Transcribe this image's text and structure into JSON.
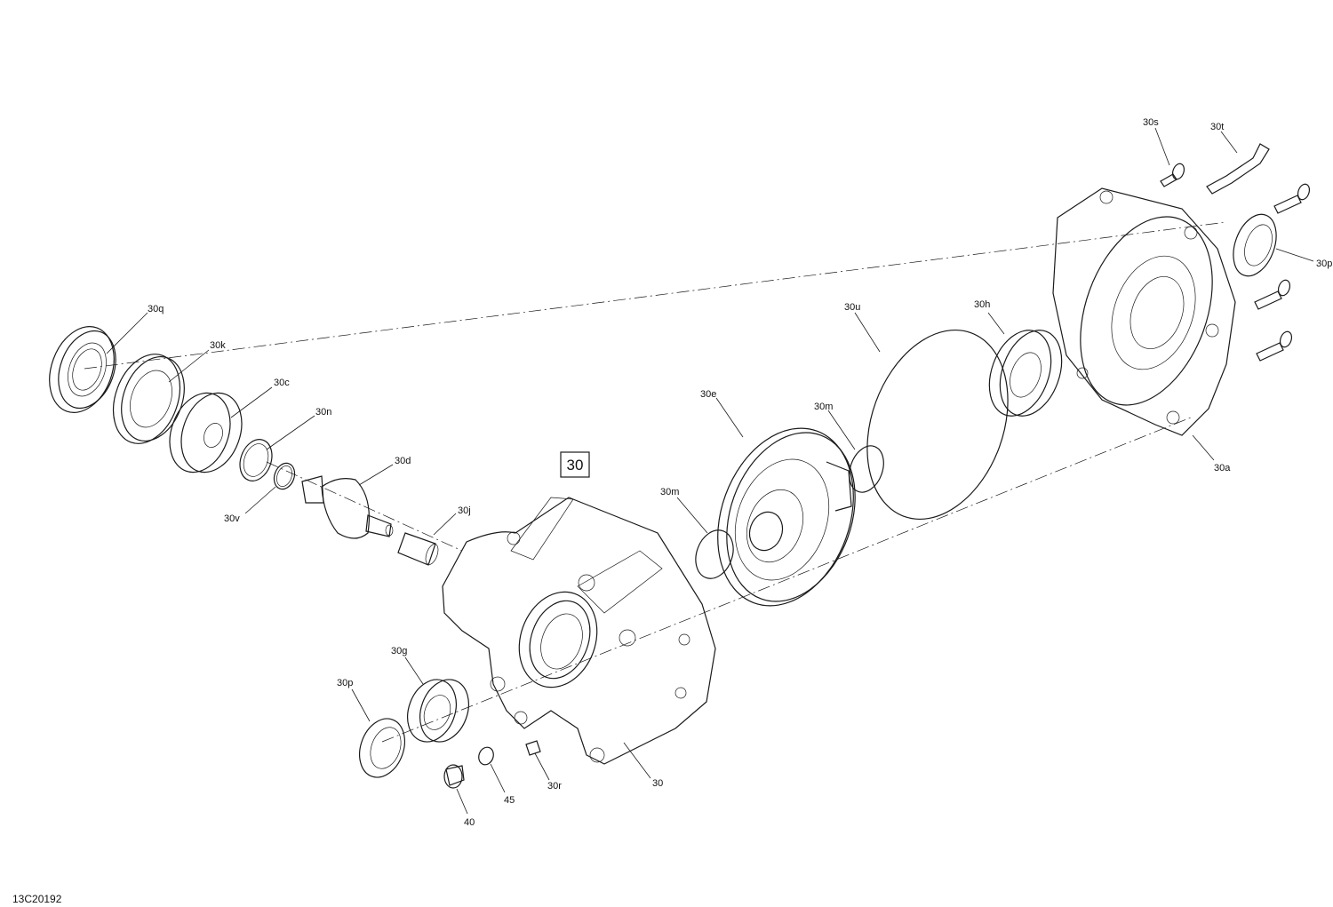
{
  "diagram": {
    "box_label": "30",
    "drawing_number": "13C20192",
    "callouts": {
      "c30q": "30q",
      "c30k": "30k",
      "c30c": "30c",
      "c30n": "30n",
      "c30v": "30v",
      "c30d": "30d",
      "c30j": "30j",
      "c30e": "30e",
      "c30m_upper": "30m",
      "c30m_lower": "30m",
      "c30u": "30u",
      "c30h": "30h",
      "c30s": "30s",
      "c30t": "30t",
      "c30p_right": "30p",
      "c30a": "30a",
      "c30g": "30g",
      "c30p_left": "30p",
      "c30r": "30r",
      "c30": "30",
      "c40": "40",
      "c45": "45"
    }
  }
}
